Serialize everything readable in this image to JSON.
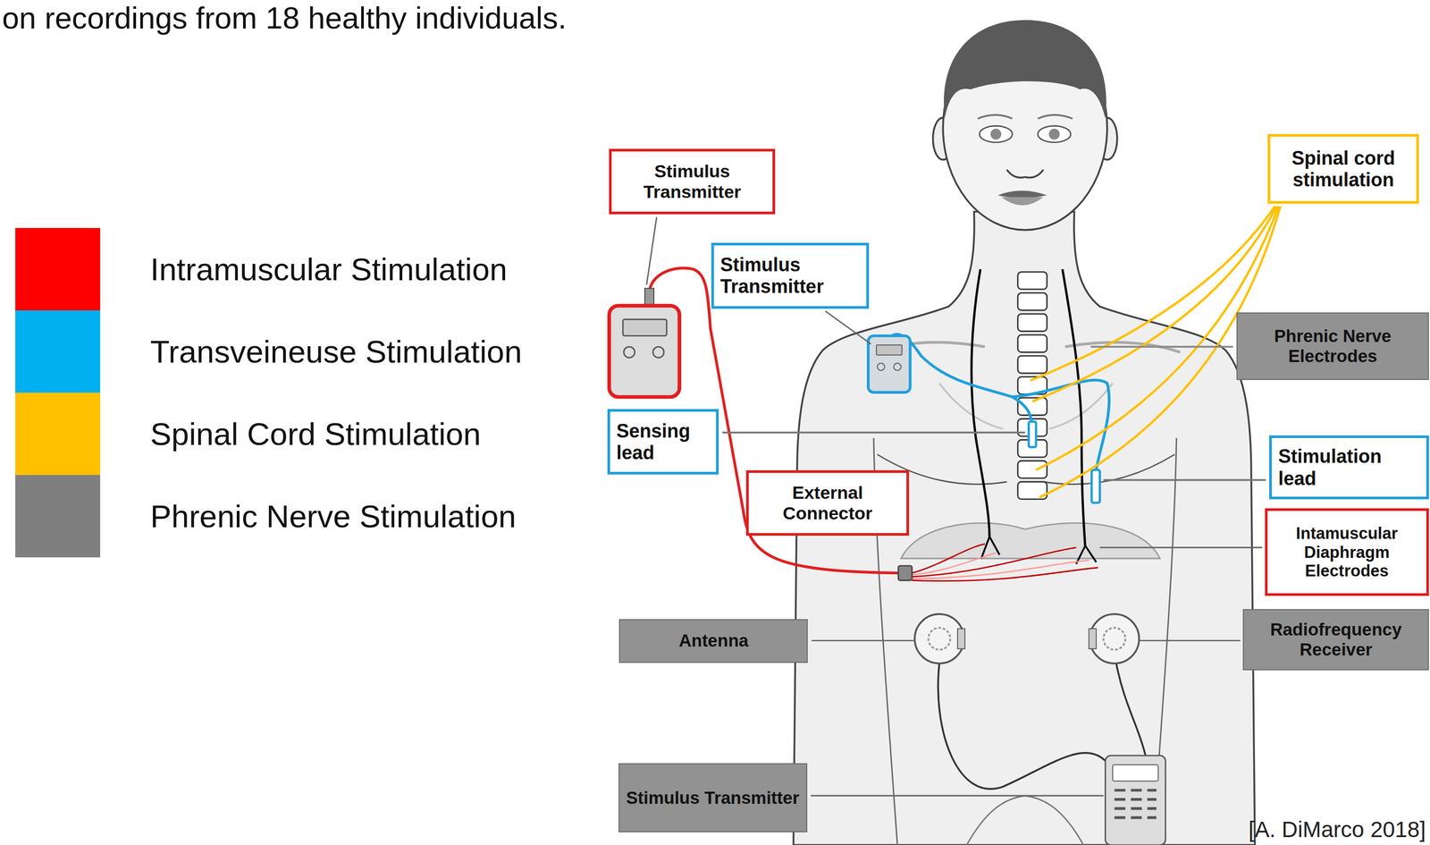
{
  "diagram": {
    "nodes": [
      {
        "text": [
          "Spinal cord stimulation"
        ]
      },
      {
        "text": [
          "Stimulus Transmitter"
        ]
      },
      {
        "text": [
          "Stimulus Transmitter"
        ]
      },
      {
        "text": [
          "Phrenic Nerve Electrodes"
        ]
      },
      {
        "text": [
          "Sensing lead"
        ]
      },
      {
        "text": [
          "Stimulation lead"
        ]
      },
      {
        "text": [
          "External Connector"
        ]
      },
      {
        "text": [
          "Intamuscular Diaphragm Electrodes"
        ]
      },
      {
        "text": [
          "Radiofrequency Receiver"
        ]
      },
      {
        "text": [
          "Antenna"
        ]
      },
      {
        "text": [
          "Stimulus Transmitter"
        ]
      }
    ],
    "labels": [
      "on recordings from 18 healthy individuals.",
      "[A. DiMarco 2018]"
    ],
    "legend": [
      {
        "text": "Intramuscular Stimulation",
        "color": "#ff0000"
      },
      {
        "text": "Transveineuse Stimulation",
        "color": "#00b0f0"
      },
      {
        "text": "Spinal Cord Stimulation",
        "color": "#ffc000"
      },
      {
        "text": "Phrenic Nerve Stimulation",
        "color": "#7f7f7f"
      }
    ]
  }
}
